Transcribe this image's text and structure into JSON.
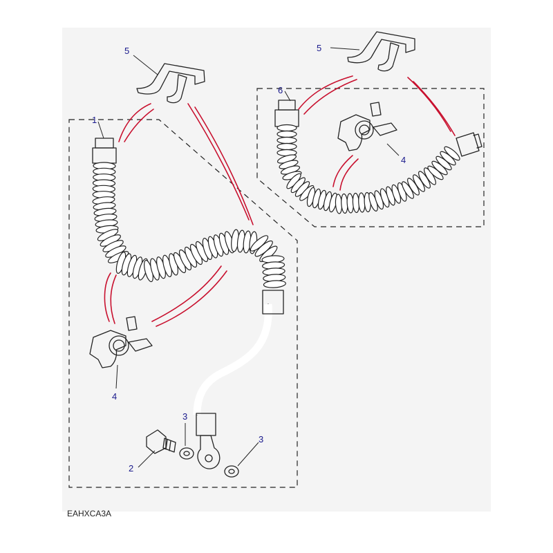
{
  "diagram": {
    "reference_code": "EAHXCA3A",
    "callouts": {
      "c1": "1",
      "c2": "2",
      "c3a": "3",
      "c3b": "3",
      "c4a": "4",
      "c4b": "4",
      "c5a": "5",
      "c5b": "5",
      "c6": "6"
    },
    "colors": {
      "callout_text": "#1a1a8c",
      "fit_lines": "#c8102e",
      "line_art": "#222222",
      "background": "#ffffff",
      "panel": "#f2f2f2"
    }
  }
}
